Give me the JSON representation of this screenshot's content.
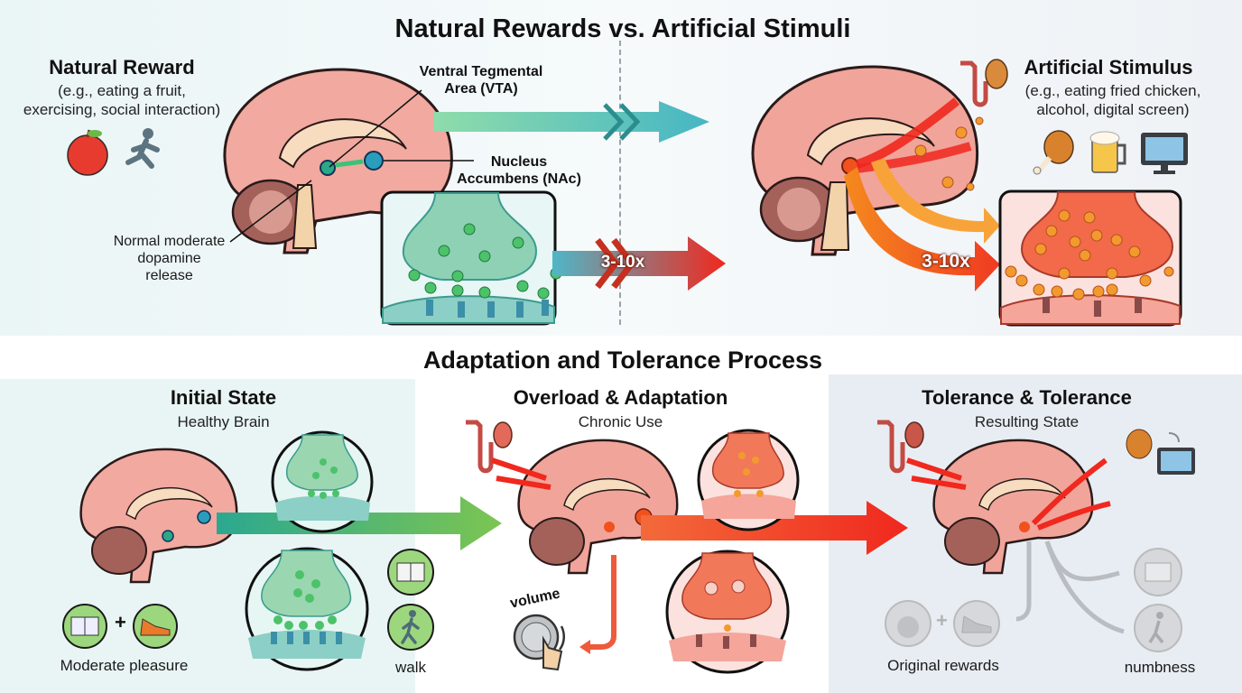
{
  "header": {
    "title": "Natural Rewards vs. Artificial Stimuli"
  },
  "natural": {
    "title": "Natural Reward",
    "subtitle_line1": "(e.g., eating a fruit,",
    "subtitle_line2": "exercising, social interaction)",
    "icons": [
      "apple-icon",
      "running-person-icon"
    ],
    "vta_label_line1": "Ventral Tegmental",
    "vta_label_line2": "Area (VTA)",
    "nac_label_line1": "Nucleus",
    "nac_label_line2": "Accumbens (NAc)",
    "release_line1": "Normal moderate",
    "release_line2": "dopamine",
    "release_line3": "release",
    "multiplier": "3-10x",
    "colors": {
      "accent": "#3fae8c",
      "dopamine": "#4cc26a"
    }
  },
  "artificial": {
    "title": "Artificial Stimulus",
    "subtitle_line1": "(e.g., eating fried chicken,",
    "subtitle_line2": "alcohol, digital screen)",
    "icons": [
      "fried-chicken-icon",
      "beer-mug-icon",
      "monitor-icon"
    ],
    "multiplier": "3-10x",
    "colors": {
      "accent": "#e8392a",
      "dopamine": "#f07a1a"
    }
  },
  "process": {
    "title": "Adaptation and Tolerance Process",
    "stages": [
      {
        "title": "Initial State",
        "subtitle": "Healthy Brain",
        "caption": "Moderate pleasure",
        "side_caption": "walk"
      },
      {
        "title": "Overload & Adaptation",
        "subtitle": "Chronic Use",
        "knob_label": "volume"
      },
      {
        "title": "Tolerance & Tolerance",
        "subtitle": "Resulting State",
        "caption": "Original rewards",
        "side_caption": "numbness"
      }
    ],
    "plus": "+"
  }
}
